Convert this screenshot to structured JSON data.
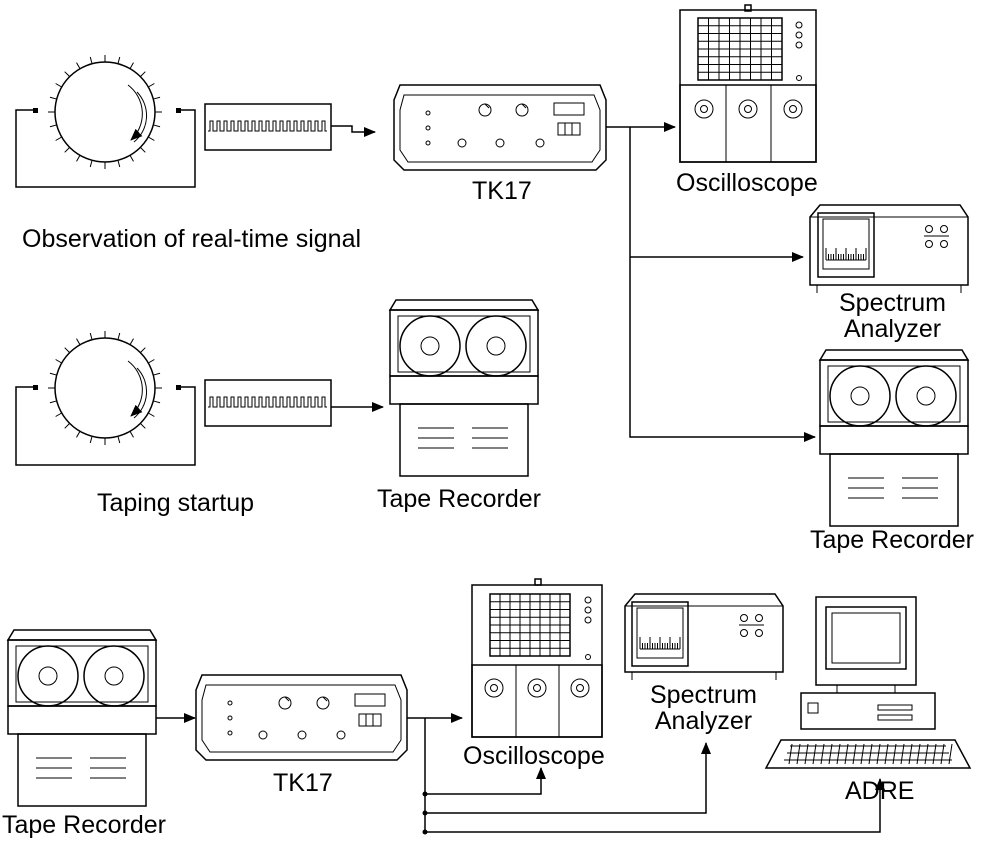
{
  "labels": {
    "observation": "Observation of real-time signal",
    "taping": "Taping startup",
    "tk17_top": "TK17",
    "tk17_bottom": "TK17",
    "osc_top": "Oscilloscope",
    "osc_bottom": "Oscilloscope",
    "spectrum_top_1": "Spectrum",
    "spectrum_top_2": "Analyzer",
    "spectrum_bottom_1": "Spectrum",
    "spectrum_bottom_2": "Analyzer",
    "tape_mid": "Tape Recorder",
    "tape_right": "Tape Recorder",
    "tape_bottom": "Tape Recorder",
    "adre": "ADRE"
  },
  "colors": {
    "line": "#000000",
    "background": "#ffffff"
  }
}
